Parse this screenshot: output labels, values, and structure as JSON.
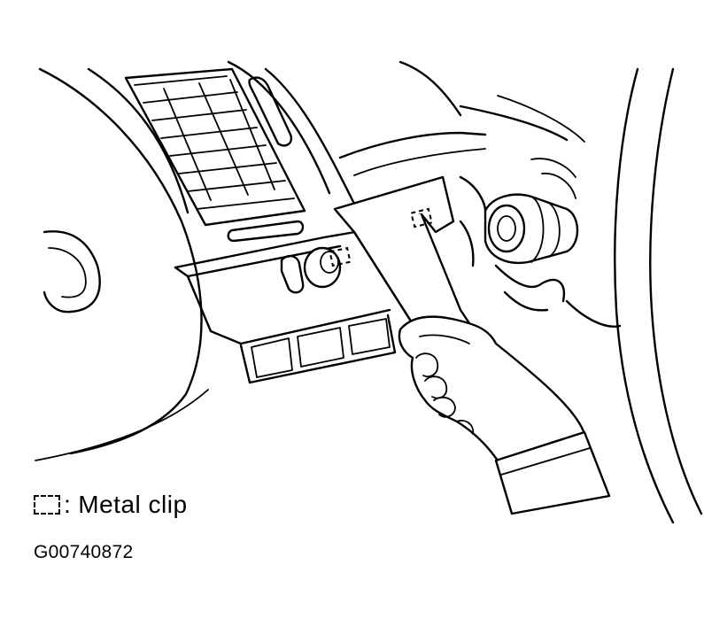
{
  "legend": {
    "separator": ":",
    "label": "Metal clip",
    "swatch_style": "dashed-rectangle"
  },
  "figure_id": "G00740872",
  "colors": {
    "line": "#000000",
    "background": "#ffffff"
  }
}
